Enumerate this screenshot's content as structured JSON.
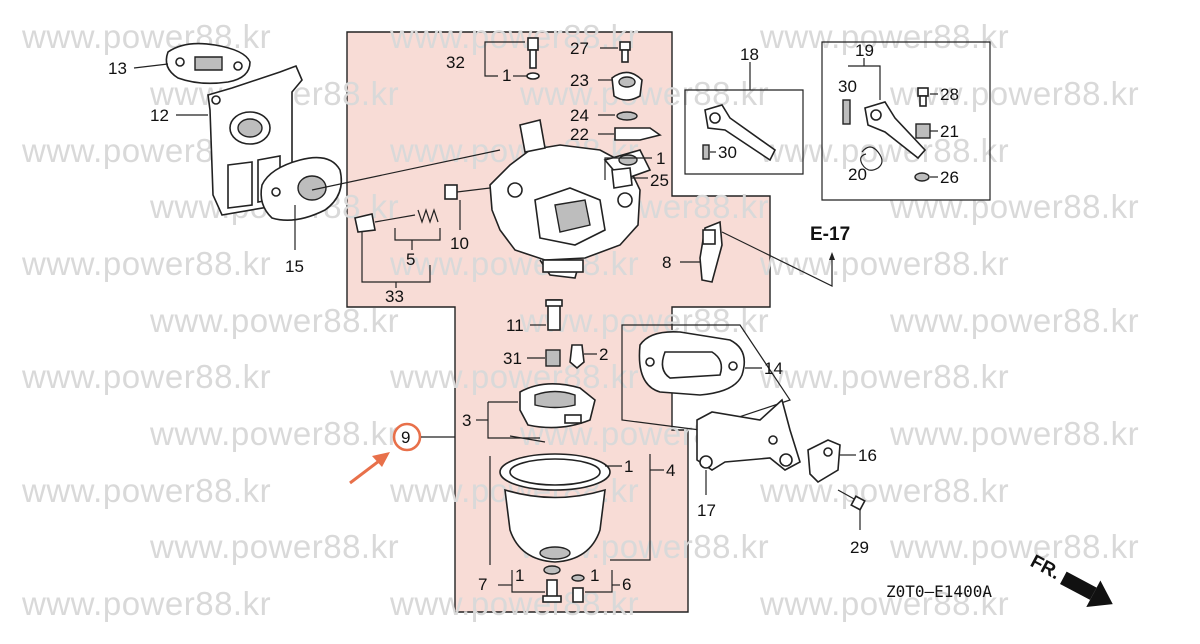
{
  "watermark": "www.power88.kr",
  "ref_label": "E-17",
  "diagram_code": "Z0T0—E1400A",
  "direction_label": "FR.",
  "highlight_color": "#f8dcd6",
  "marker_color": "#e8704a",
  "callouts": {
    "p1a": "1",
    "p1b": "1",
    "p1c": "1",
    "p1d": "1",
    "p1e": "1",
    "p2": "2",
    "p3": "3",
    "p4": "4",
    "p5": "5",
    "p6": "6",
    "p7": "7",
    "p8": "8",
    "p9": "9",
    "p10": "10",
    "p11": "11",
    "p12": "12",
    "p13": "13",
    "p14": "14",
    "p15": "15",
    "p16": "16",
    "p17": "17",
    "p18": "18",
    "p19": "19",
    "p20": "20",
    "p21": "21",
    "p22": "22",
    "p23": "23",
    "p24": "24",
    "p25": "25",
    "p26": "26",
    "p27": "27",
    "p28": "28",
    "p29": "29",
    "p30a": "30",
    "p30b": "30",
    "p31": "31",
    "p32": "32",
    "p33": "33"
  }
}
